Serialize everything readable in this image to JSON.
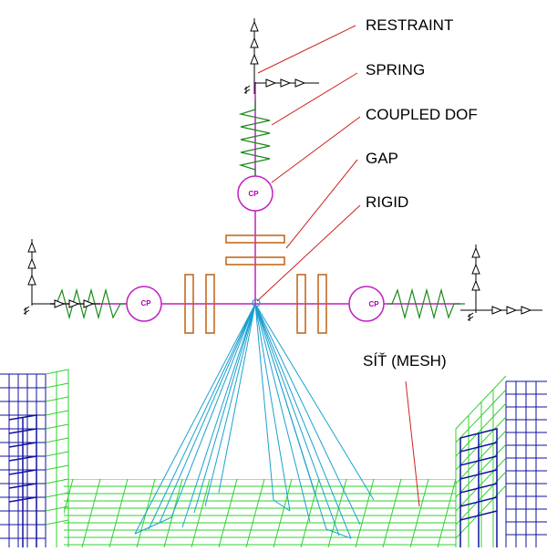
{
  "labels": {
    "restraint": "RESTRAINT",
    "spring": "SPRING",
    "coupled_dof": "COUPLED DOF",
    "gap": "GAP",
    "rigid": "RIGID",
    "mesh": "SÍŤ (MESH)"
  },
  "coupled_marker": "CP",
  "colors": {
    "leader": "#d02020",
    "spring": "#1a8a1a",
    "coupled": "#c020c0",
    "gap": "#c06010",
    "rigid": "#1aa0d0",
    "mesh_green": "#30d030",
    "mesh_blue": "#1010a0"
  }
}
